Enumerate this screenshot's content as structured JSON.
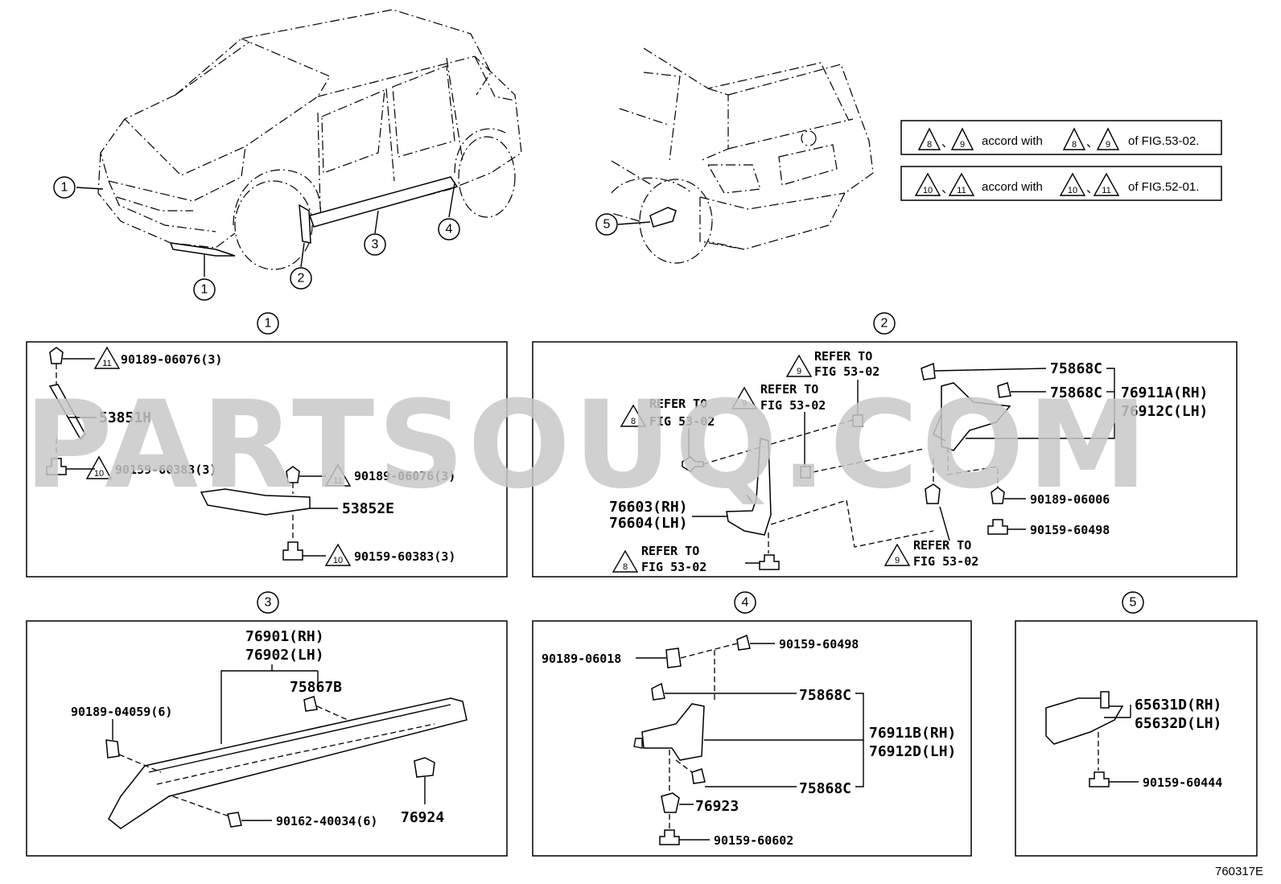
{
  "watermark": "PARTSOUQ.COM",
  "figure_code": "760317E",
  "notes": {
    "n1": {
      "t1": "8",
      "t2": "9",
      "text": "accord with",
      "t3": "8",
      "t4": "9",
      "ref": "of FIG.53-02."
    },
    "n2": {
      "t1": "10",
      "t2": "11",
      "text": "accord with",
      "t3": "10",
      "t4": "11",
      "ref": "of FIG.52-01."
    }
  },
  "callouts": {
    "c1a": "1",
    "c1b": "1",
    "c2": "2",
    "c3": "3",
    "c4": "4",
    "c5": "5",
    "s1": "1",
    "s2": "2",
    "s3": "3",
    "s4": "4",
    "s5": "5"
  },
  "section1": {
    "p1": "90189-06076(3)",
    "t1": "11",
    "p2": "53851H",
    "p3": "90159-60383(3)",
    "t3": "10",
    "p4": "90189-06076(3)",
    "t4": "11",
    "p5": "53852E",
    "p6": "90159-60383(3)",
    "t6": "10"
  },
  "section2": {
    "ref_a1": "REFER TO",
    "ref_a2": "FIG 53-02",
    "ref_a_t": "9",
    "ref_b1": "REFER TO",
    "ref_b2": "FIG 53-02",
    "ref_b_t": "9",
    "ref_c1": "REFER TO",
    "ref_c2": "FIG 53-02",
    "ref_c_t": "8",
    "ref_d1": "REFER TO",
    "ref_d2": "FIG 53-02",
    "ref_d_t": "8",
    "ref_e1": "REFER TO",
    "ref_e2": "FIG 53-02",
    "ref_e_t": "9",
    "p1": "75868C",
    "p2": "75868C",
    "p3": "76911A(RH)",
    "p4": "76912C(LH)",
    "p5": "76603(RH)",
    "p6": "76604(LH)",
    "p7": "90189-06006",
    "p8": "90159-60498"
  },
  "section3": {
    "p1": "76901(RH)",
    "p2": "76902(LH)",
    "p3": "75867B",
    "p4": "90189-04059(6)",
    "p5": "90162-40034(6)",
    "p6": "76924"
  },
  "section4": {
    "p1": "90189-06018",
    "p2": "90159-60498",
    "p3": "75868C",
    "p4": "76911B(RH)",
    "p5": "76912D(LH)",
    "p6": "75868C",
    "p7": "76923",
    "p8": "90159-60602"
  },
  "section5": {
    "p1": "65631D(RH)",
    "p2": "65632D(LH)",
    "p3": "90159-60444"
  }
}
